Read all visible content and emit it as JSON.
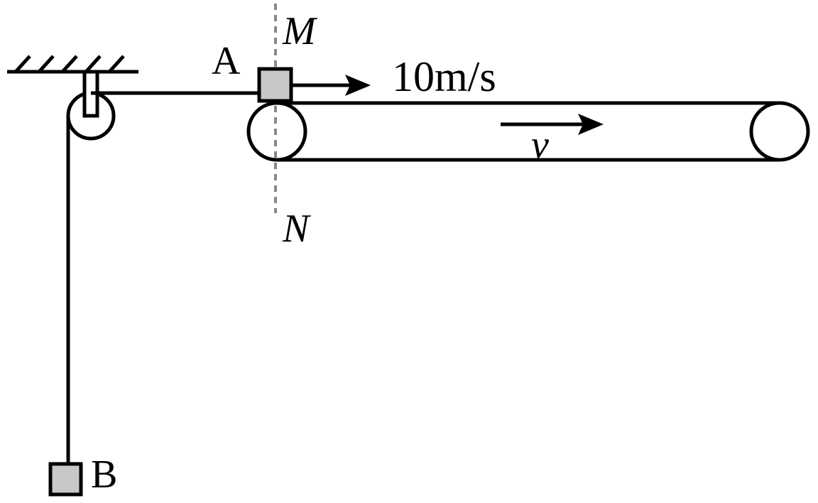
{
  "labels": {
    "block_a": "A",
    "block_b": "B",
    "point_m": "M",
    "point_n": "N",
    "block_speed": "10m/s",
    "belt_speed": "v"
  },
  "colors": {
    "ink": "#000000",
    "block_fill": "#c8c8c8",
    "dashed_line": "#888888",
    "background": "#ffffff"
  }
}
